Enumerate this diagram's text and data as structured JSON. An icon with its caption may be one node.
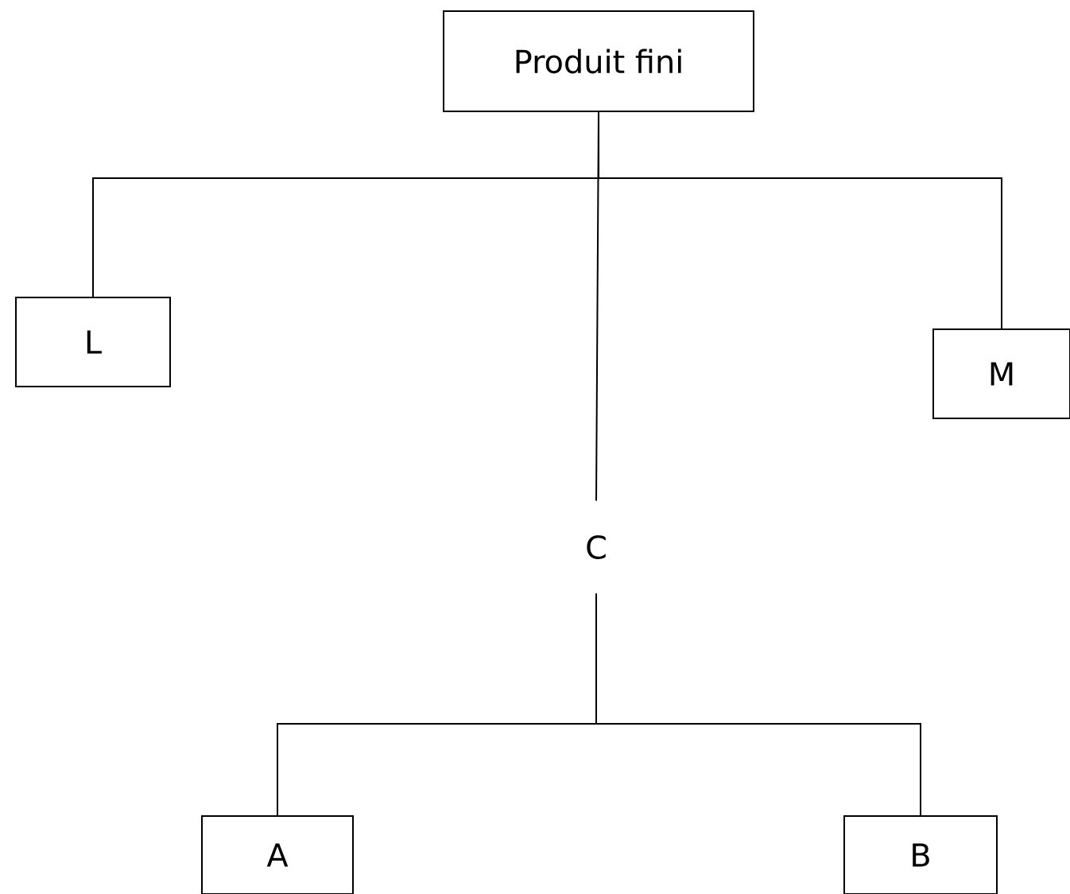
{
  "diagram": {
    "nodes": [
      {
        "text": [
          "Produit fini"
        ]
      },
      {
        "text": [
          "L"
        ]
      },
      {
        "text": [
          "M"
        ]
      },
      {
        "text": [
          "C"
        ]
      },
      {
        "text": [
          "A"
        ]
      },
      {
        "text": [
          "B"
        ]
      }
    ],
    "edges": [
      {
        "from": 0,
        "to": 1,
        "arrow": "none"
      },
      {
        "from": 0,
        "to": 2,
        "arrow": "none"
      },
      {
        "from": 0,
        "to": 3,
        "arrow": "none"
      },
      {
        "from": 3,
        "to": 4,
        "arrow": "none"
      },
      {
        "from": 3,
        "to": 5,
        "arrow": "none"
      }
    ]
  }
}
